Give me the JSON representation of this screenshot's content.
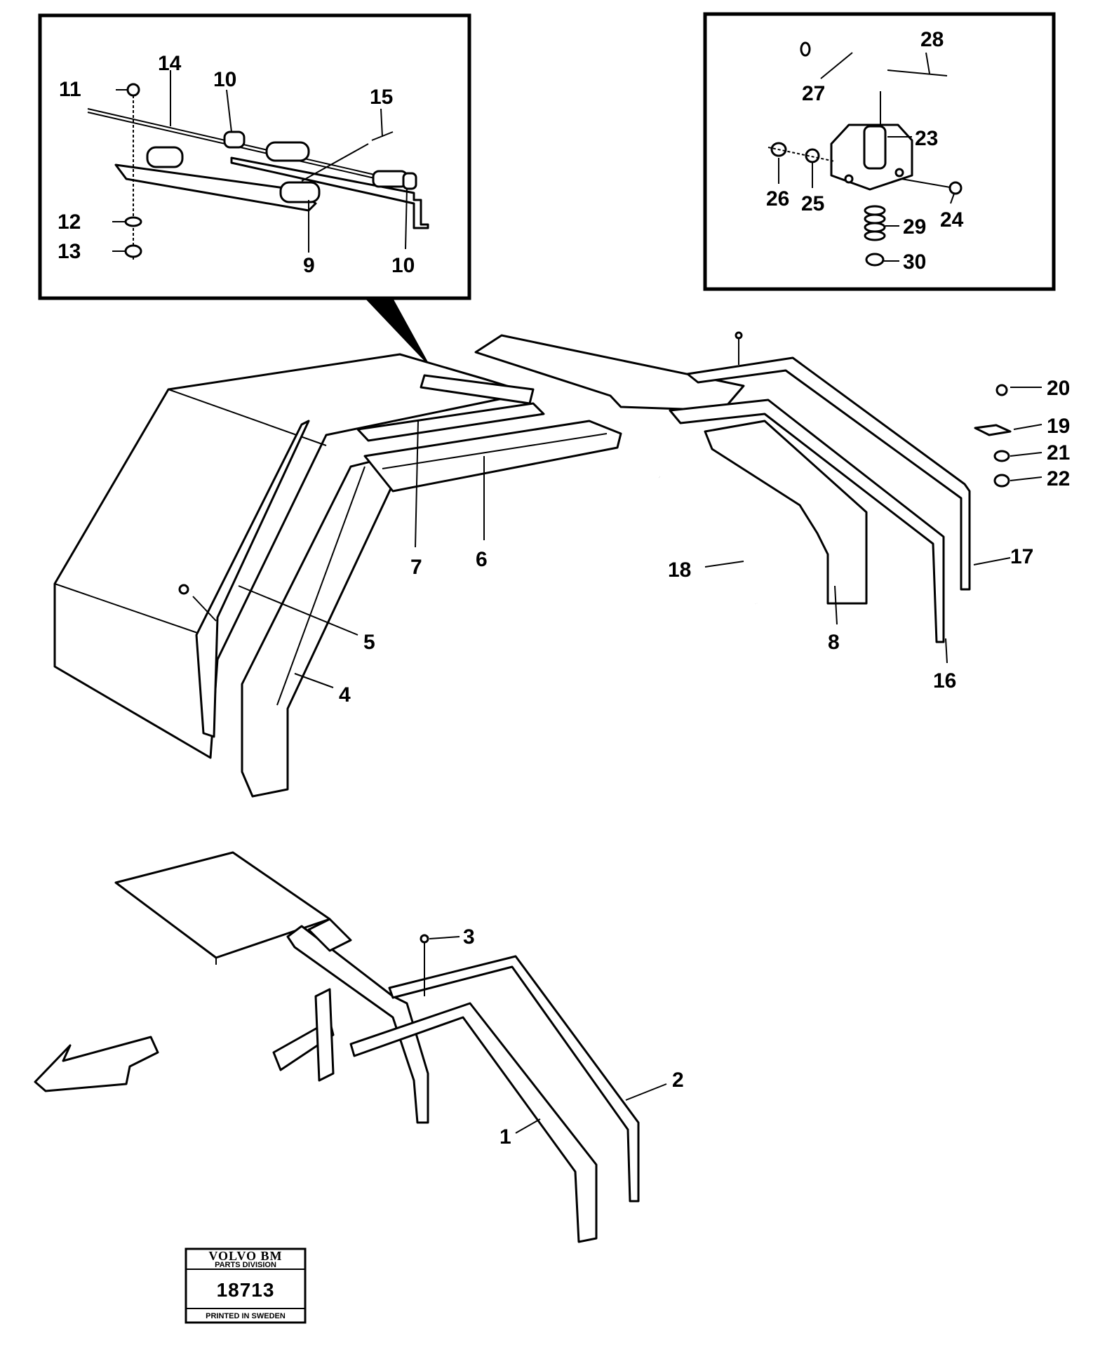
{
  "callouts": {
    "c1": "1",
    "c2": "2",
    "c3": "3",
    "c4": "4",
    "c5": "5",
    "c6": "6",
    "c7": "7",
    "c8": "8",
    "c9": "9",
    "c10a": "10",
    "c10b": "10",
    "c11": "11",
    "c12": "12",
    "c13": "13",
    "c14": "14",
    "c15": "15",
    "c16": "16",
    "c17": "17",
    "c18": "18",
    "c19": "19",
    "c20": "20",
    "c21": "21",
    "c22": "22",
    "c23": "23",
    "c24": "24",
    "c25": "25",
    "c26": "26",
    "c27": "27",
    "c28": "28",
    "c29": "29",
    "c30": "30"
  },
  "stamp": {
    "brand": "VOLVO BM",
    "division": "PARTS DIVISION",
    "number": "18713",
    "printed": "PRINTED IN SWEDEN"
  },
  "icons": {
    "direction": "direction-arrow-icon"
  }
}
